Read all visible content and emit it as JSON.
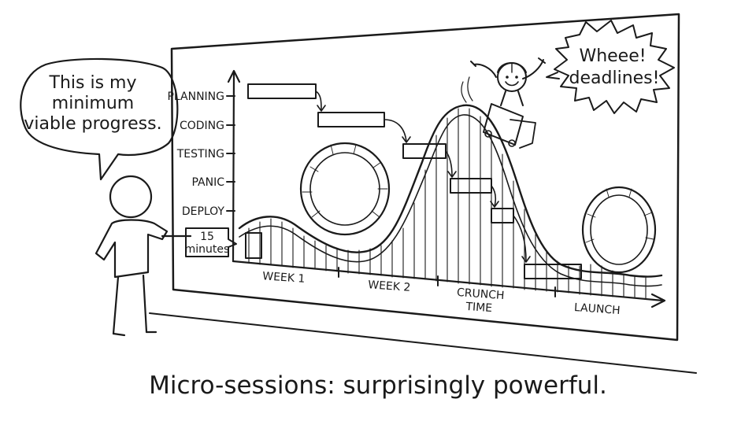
{
  "speech_bubble": {
    "lines": [
      "This is my",
      "minimum",
      "viable progress."
    ]
  },
  "shout_bubble": {
    "lines": [
      "Wheee!",
      "deadlines!"
    ]
  },
  "chart_data": {
    "type": "line",
    "y_categories": [
      "PLANNING",
      "CODING",
      "TESTING",
      "PANIC",
      "DEPLOY"
    ],
    "x_categories": [
      "WEEK 1",
      "WEEK 2",
      "CRUNCH TIME",
      "LAUNCH"
    ],
    "x_category_lines": [
      [
        "WEEK 1"
      ],
      [
        "WEEK 2"
      ],
      [
        "CRUNCH",
        "TIME"
      ],
      [
        "LAUNCH"
      ]
    ],
    "callout_lines": [
      "15",
      "minutes"
    ]
  },
  "caption": "Micro-sessions: surprisingly powerful."
}
